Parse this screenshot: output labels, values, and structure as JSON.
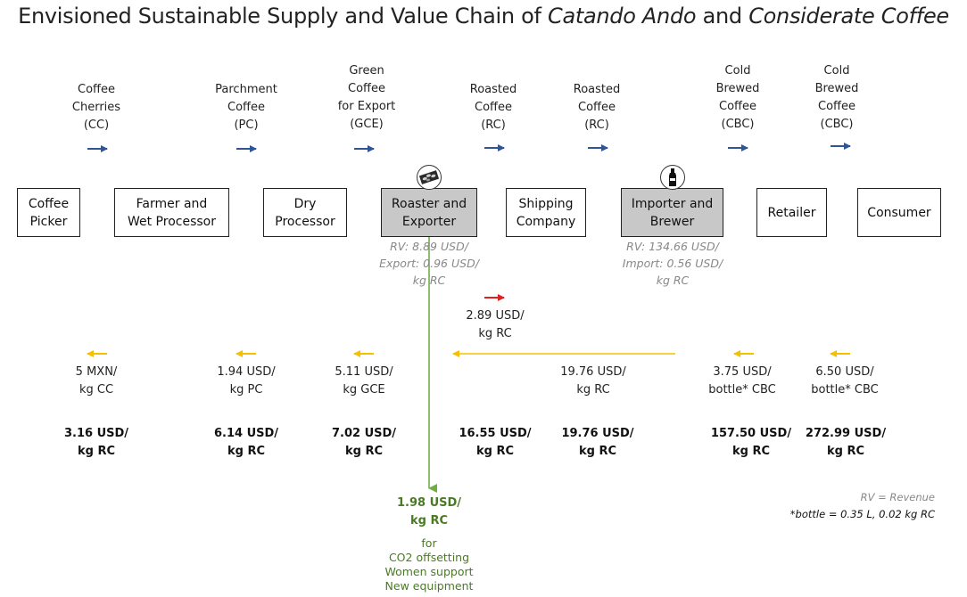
{
  "title": {
    "part1": "Envisioned Sustainable Supply and Value Chain of ",
    "brand1": "Catando Ando",
    "and": " and ",
    "brand2": "Considerate Coffee"
  },
  "flows": [
    "Coffee\nCherries\n(CC)",
    "Parchment\nCoffee\n(PC)",
    "Green\nCoffee\nfor Export\n(GCE)",
    "Roasted\nCoffee\n(RC)",
    "Roasted\nCoffee\n(RC)",
    "Cold\nBrewed\nCoffee\n(CBC)",
    "Cold\nBrewed\nCoffee\n(CBC)"
  ],
  "nodes": [
    "Coffee\nPicker",
    "Farmer and\nWet Processor",
    "Dry\nProcessor",
    "Roaster and\nExporter",
    "Shipping\nCompany",
    "Importer and\nBrewer",
    "Retailer",
    "Consumer"
  ],
  "revenue_notes": {
    "roaster": "RV: 8.89 USD/\nExport: 0.96 USD/\nkg RC",
    "importer": "RV: 134.66 USD/\nImport: 0.56 USD/\nkg RC"
  },
  "shipping_payment": "2.89 USD/\nkg RC",
  "payments": [
    "5 MXN/\nkg CC",
    "1.94 USD/\nkg PC",
    "5.11 USD/\nkg GCE",
    "19.76 USD/\nkg RC",
    "3.75 USD/\nbottle* CBC",
    "6.50 USD/\nbottle* CBC"
  ],
  "rc_values": [
    "3.16 USD/\nkg RC",
    "6.14 USD/\nkg RC",
    "7.02 USD/\nkg RC",
    "16.55 USD/\nkg RC",
    "19.76 USD/\nkg RC",
    "157.50 USD/\nkg RC",
    "272.99 USD/\nkg RC"
  ],
  "sustainability": {
    "value": "1.98 USD/\nkg RC",
    "purpose": "for\nCO2 offsetting\nWomen support\nNew equipment"
  },
  "notes": {
    "rv_definition": "RV = Revenue",
    "bottle_definition": "*bottle = 0.35 L, 0.02 kg RC"
  },
  "colors": {
    "product_arrow": "#2f5597",
    "payment_arrow": "#f5c000",
    "shipping_arrow": "#e02020",
    "sustainability": "#70ad47",
    "highlight_box": "#c8c8c8"
  },
  "icons": {
    "roaster": "coffee-beans-icon",
    "importer": "bottle-icon"
  }
}
